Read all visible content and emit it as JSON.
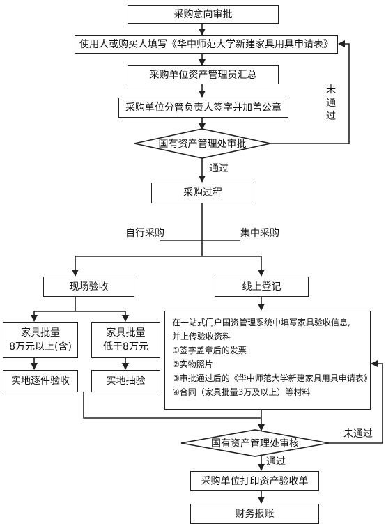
{
  "nodes": {
    "intent_approval": "采购意向审批",
    "fill_form": "使用人或购买人填写《华中师范大学新建家具用具申请表》",
    "asset_admin_summary": "采购单位资产管理员汇总",
    "leader_sign": "采购单位分管负责人签字并加盖公章",
    "state_asset_approve": "国有资产管理处审批",
    "procurement_process": "采购过程",
    "self_procure": "自行采购",
    "central_procure": "集中采购",
    "onsite_acceptance": "现场验收",
    "online_register": "线上登记",
    "batch_large": "家具批量\n8万元以上(含)",
    "batch_small": "家具批量\n低于8万元",
    "item_by_item": "实地逐件验收",
    "sampling": "实地抽验",
    "state_asset_review": "国有资产管理处审核",
    "print_receipt": "采购单位打印资产验收单",
    "finance_reimburse": "财务报账"
  },
  "labels": {
    "not_passed_1": "未通过",
    "passed_1": "通过",
    "not_passed_2": "未通过",
    "passed_2": "通过"
  },
  "online_info": {
    "lines": [
      "在一站式门户国资管理系统中填写家具验收信息,",
      "并上传验收资料",
      "①签字盖章后的发票",
      "②实物照片",
      "③审批通过后的《华中师范大学新建家具用具申请表》",
      "④合同（家具批量3万及以上）等材料"
    ]
  }
}
